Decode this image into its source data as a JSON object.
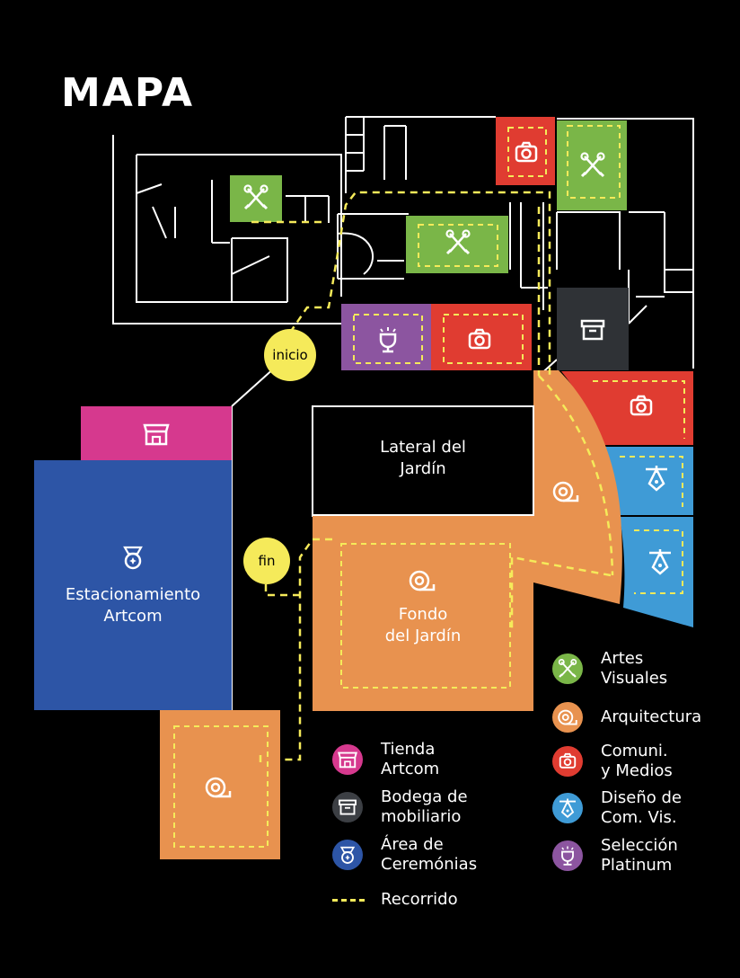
{
  "title": "MAPA",
  "markers": {
    "start": "inicio",
    "end": "fin"
  },
  "areas": {
    "parking": "Estacionamiento\nArtcom",
    "garden_side": "Lateral del\nJardín",
    "garden_back": "Fondo\ndel Jardín"
  },
  "colors": {
    "artes_visuales": "#7ab648",
    "arquitectura": "#e8924f",
    "comunicaciones": "#e03c31",
    "diseno": "#3f9bd6",
    "platinum": "#8c55a0",
    "tienda": "#d6398e",
    "bodega": "#2f3236",
    "ceremonias": "#2d55a6",
    "route": "#f5ea5a"
  },
  "legend": {
    "right": [
      {
        "icon": "brushes-icon",
        "text": "Artes\nVisuales",
        "color": "#7ab648"
      },
      {
        "icon": "tape-measure-icon",
        "text": "Arquitectura",
        "color": "#e8924f"
      },
      {
        "icon": "camera-icon",
        "text": "Comuni.\ny Medios",
        "color": "#e03c31"
      },
      {
        "icon": "pen-nib-icon",
        "text": "Diseño de\nCom. Vis.",
        "color": "#3f9bd6"
      },
      {
        "icon": "trophy-icon",
        "text": "Selección\nPlatinum",
        "color": "#8c55a0"
      }
    ],
    "left": [
      {
        "icon": "shop-icon",
        "text": "Tienda\nArtcom",
        "color": "#d6398e"
      },
      {
        "icon": "archive-box-icon",
        "text": "Bodega de\nmobiliario",
        "color": "#3c3f44"
      },
      {
        "icon": "medal-icon",
        "text": "Área de\nCeremónias",
        "color": "#2d55a6"
      }
    ],
    "route": "Recorrido"
  }
}
